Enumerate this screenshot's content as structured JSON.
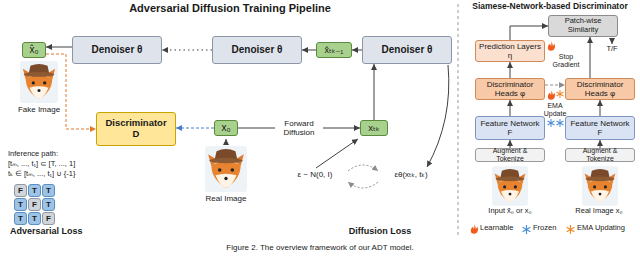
{
  "diagram": {
    "caption": "Figure 2. The overview framework of our ADT model.",
    "nodes": [
      {
        "text": [
          "x̂₀"
        ]
      },
      {
        "text": [
          "Denoiser θ"
        ]
      },
      {
        "text": [
          "Denoiser θ"
        ]
      },
      {
        "text": [
          "x̂ₜₖ₋₁"
        ]
      },
      {
        "text": [
          "Denoiser θ"
        ]
      },
      {
        "text": [
          "Discriminator",
          "D"
        ]
      },
      {
        "text": [
          "x₀"
        ]
      },
      {
        "text": [
          "xₜₖ"
        ]
      },
      {
        "text": [
          "F"
        ]
      },
      {
        "text": [
          "T"
        ]
      },
      {
        "text": [
          "T"
        ]
      },
      {
        "text": [
          "T"
        ]
      },
      {
        "text": [
          "F"
        ]
      },
      {
        "text": [
          "T"
        ]
      },
      {
        "text": [
          "T"
        ]
      },
      {
        "text": [
          "T"
        ]
      },
      {
        "text": [
          "F"
        ]
      },
      {
        "text": [
          "Patch-wise Similarity"
        ]
      },
      {
        "text": [
          "Prediction Layers η"
        ]
      },
      {
        "text": [
          "Discriminator Heads φ"
        ]
      },
      {
        "text": [
          "Discriminator Heads φ"
        ]
      },
      {
        "text": [
          "Feature Network F"
        ]
      },
      {
        "text": [
          "Feature Network F"
        ]
      },
      {
        "text": [
          "Augment & Tokenize"
        ]
      },
      {
        "text": [
          "Augment & Tokenize"
        ]
      }
    ],
    "edges": [
      {
        "from": 4,
        "to": 3,
        "arrow": "to"
      },
      {
        "from": 3,
        "to": 2,
        "arrow": "to"
      },
      {
        "from": 2,
        "to": 1,
        "arrow": "to"
      },
      {
        "from": 1,
        "to": 0,
        "arrow": "to"
      },
      {
        "from": 7,
        "to": 4,
        "arrow": "to"
      },
      {
        "from": 6,
        "to": 7,
        "label": "Forward Diffusion",
        "arrow": "to"
      },
      {
        "from": 6,
        "to": 5,
        "arrow": "to"
      },
      {
        "from": 0,
        "to": 5,
        "arrow": "to"
      },
      {
        "from": 23,
        "to": 21,
        "arrow": "to"
      },
      {
        "from": 21,
        "to": 19,
        "arrow": "to"
      },
      {
        "from": 19,
        "to": 18,
        "arrow": "to"
      },
      {
        "from": 18,
        "to": 17,
        "arrow": "to"
      },
      {
        "from": 24,
        "to": 22,
        "arrow": "to"
      },
      {
        "from": 22,
        "to": 20,
        "arrow": "to"
      },
      {
        "from": 20,
        "to": 17,
        "arrow": "to"
      },
      {
        "from": 19,
        "to": 20,
        "arrow": "to"
      }
    ],
    "labels": [
      "Adversarial Diffusion Training Pipeline",
      "Siamese-Network-based Discriminator",
      "Fake Image",
      "Real Image",
      "Inference path:",
      "[tₘ, ..., t₁] ⊂ [T, ..., 1]",
      "tₖ ∈ [tₘ, ..., t₁] ∪ {-1}",
      "ε ~ N(0, I)",
      "εθ(xₜₖ, tₖ)",
      "Adversarial Loss",
      "Diffusion Loss",
      "T/F",
      "Stop Gradient",
      "EMA Update",
      "Input x̂₀ or x₀",
      "Real Image x₀"
    ],
    "legend": [
      {
        "text": "Learnable"
      },
      {
        "text": "Frozen"
      },
      {
        "text": "EMA Updating"
      }
    ]
  }
}
